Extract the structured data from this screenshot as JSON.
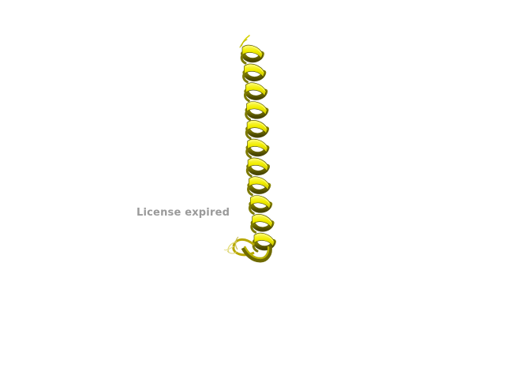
{
  "viewer": {
    "watermark_text": "License expired"
  },
  "structure": {
    "representation": "cartoon",
    "secondary_structure": "alpha-helix",
    "colors": {
      "helix_face": "#f2ee00",
      "helix_highlight": "#fbf86a",
      "helix_shadow": "#7d7a00",
      "helix_edge": "#3d3b00",
      "loop": "#d8d36a",
      "background": "#ffffff"
    }
  }
}
